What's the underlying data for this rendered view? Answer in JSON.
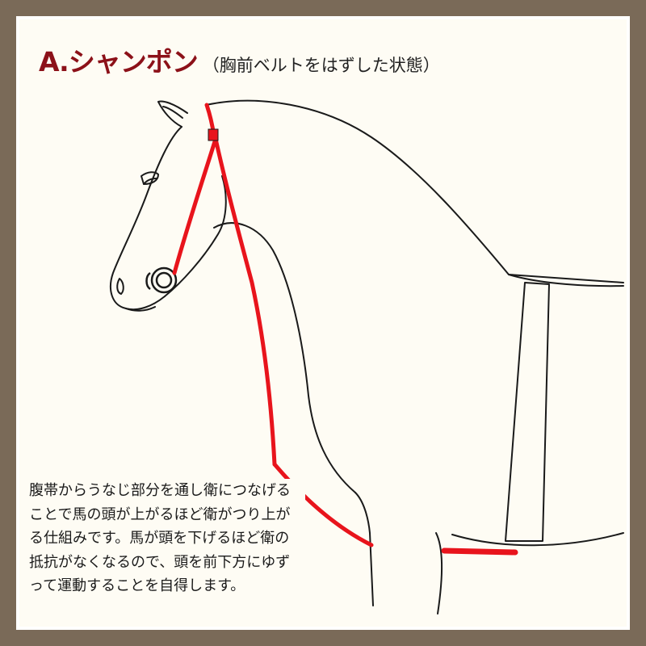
{
  "title": {
    "main": "A.シャンポン",
    "sub": "（胸前ベルトをはずした状態）"
  },
  "caption": {
    "text": "腹帯からうなじ部分を通し衛につなげることで馬の頭が上がるほど衛がつり上がる仕組みです。馬が頭を下げるほど衛の抵抗がなくなるので、頭を前下方にゆずって運動することを自得します。"
  },
  "colors": {
    "frame": "#7a6a58",
    "background": "#fefcf4",
    "title": "#8c1119",
    "strap": "#e8141c",
    "outline": "#1a1a1a"
  }
}
